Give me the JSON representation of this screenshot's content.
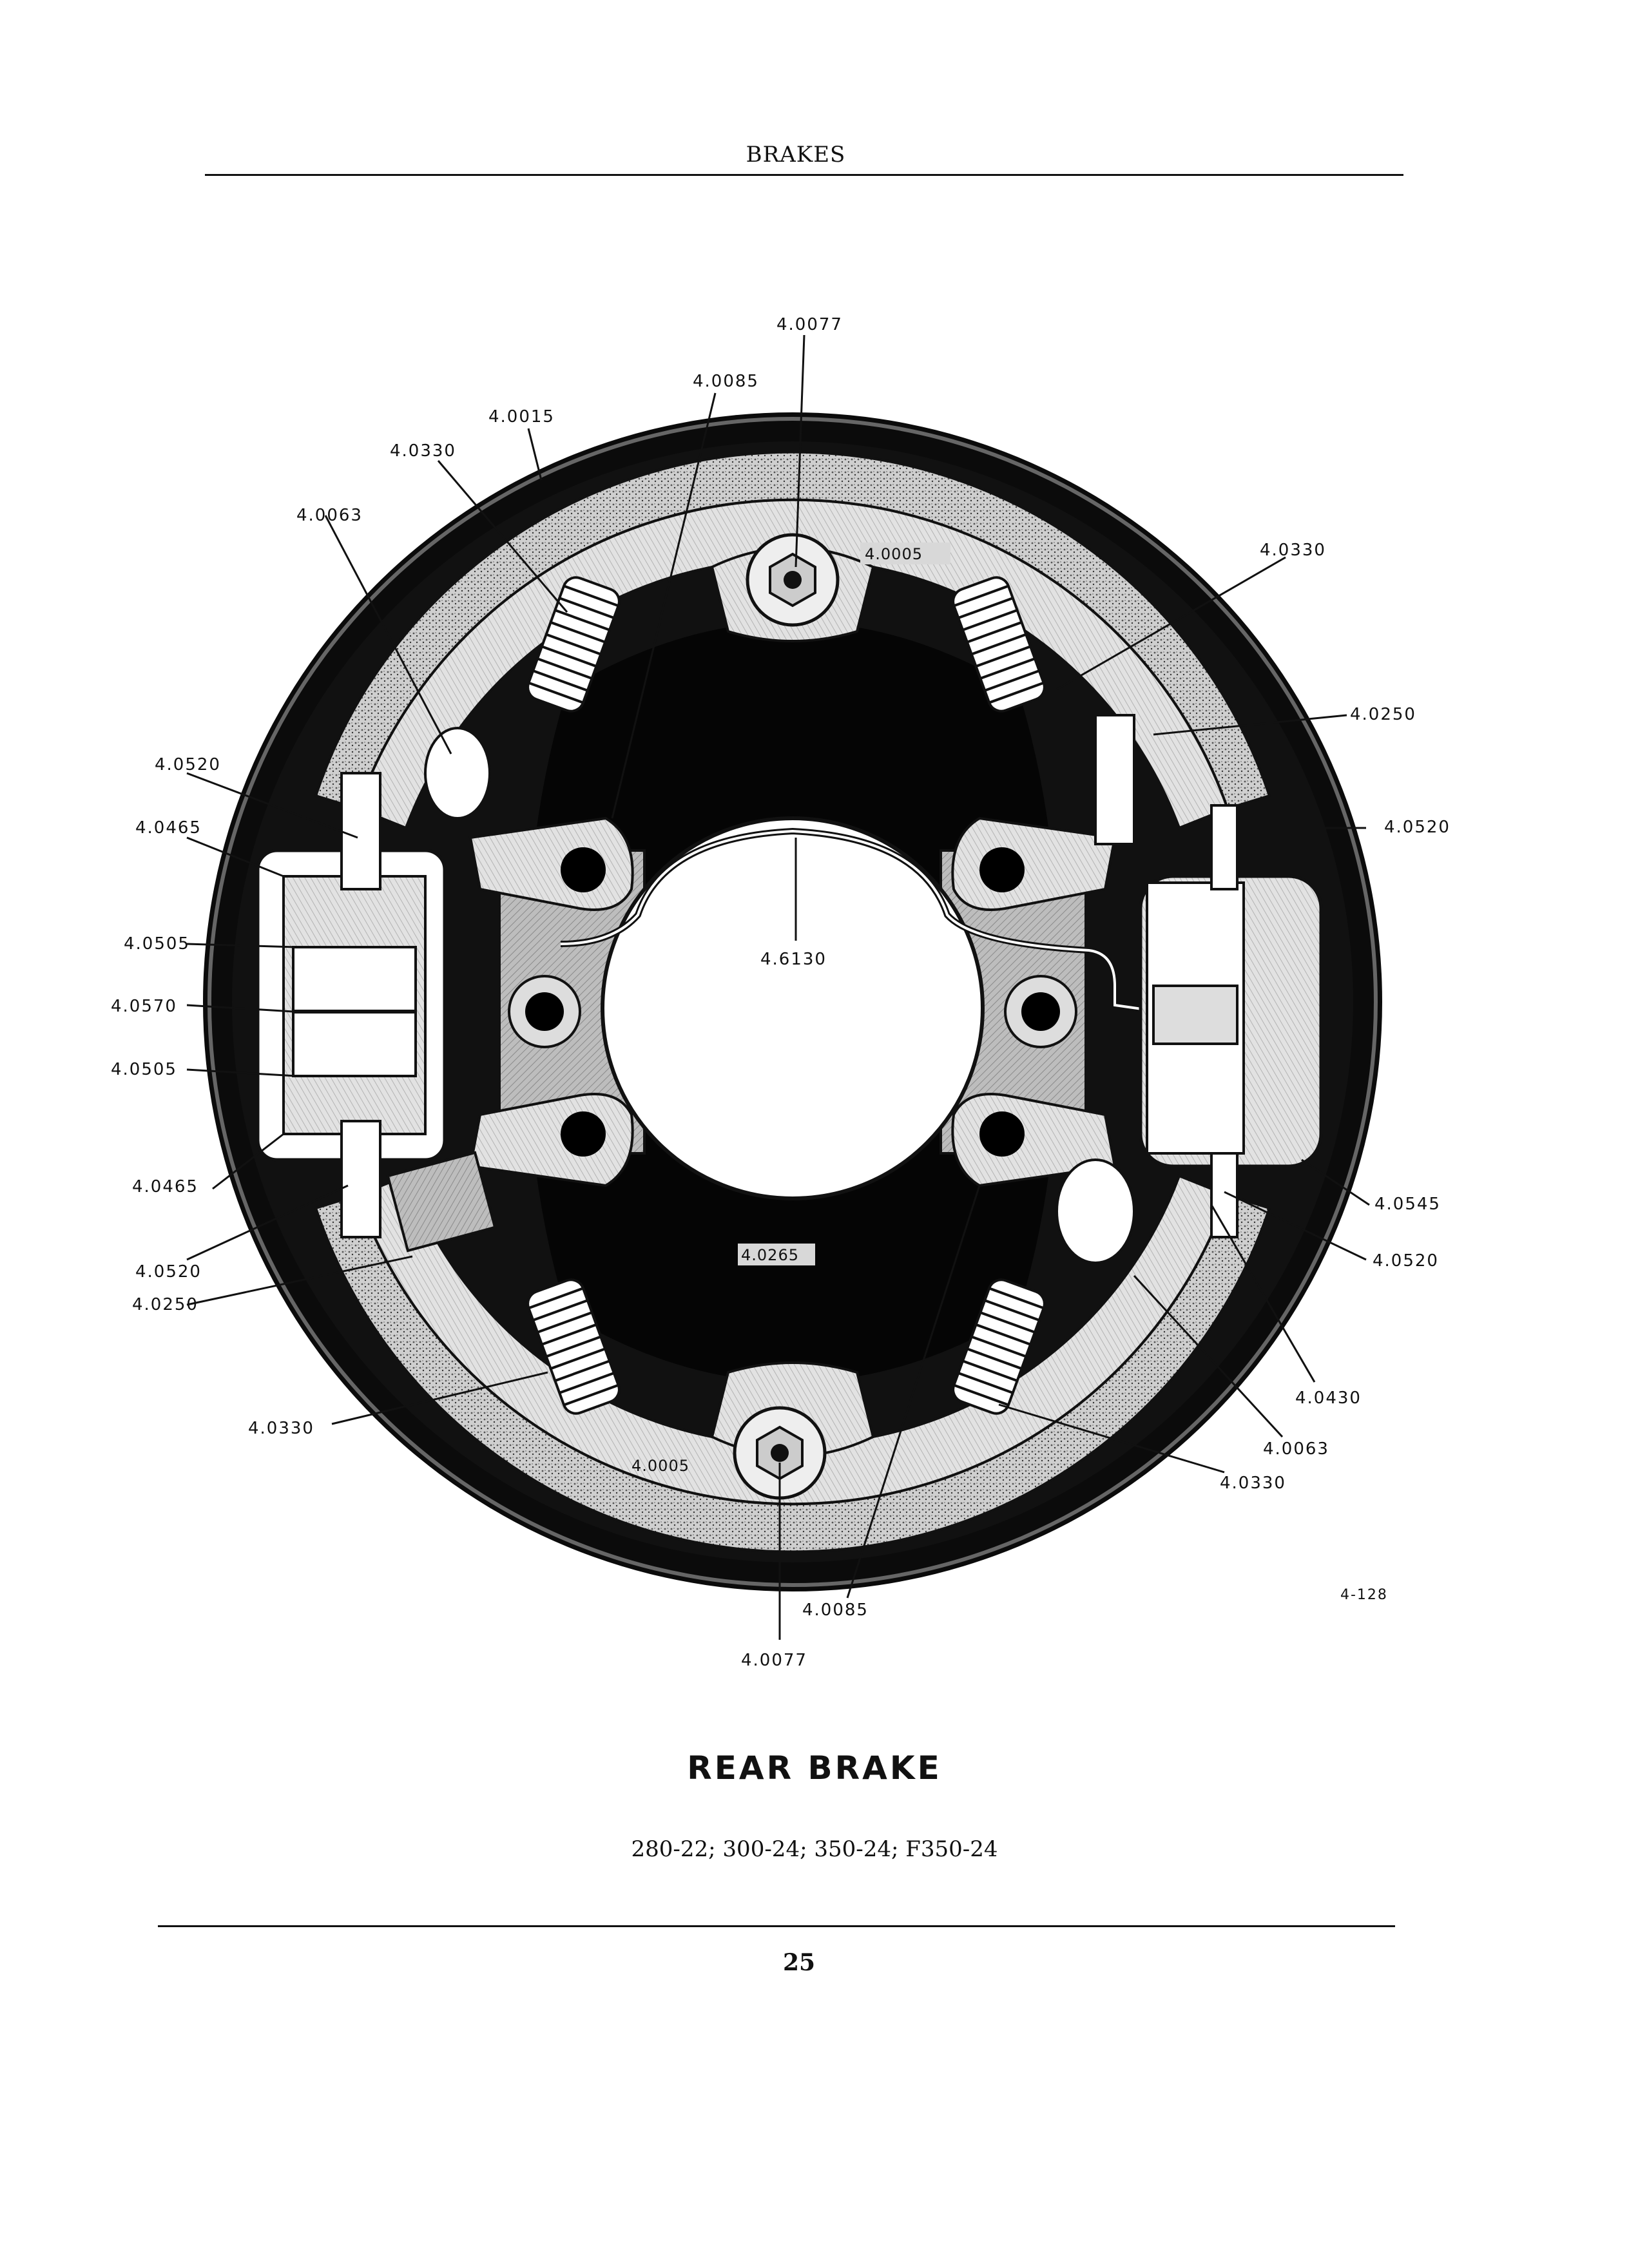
{
  "header": {
    "section_title": "BRAKES"
  },
  "figure": {
    "figure_number": "4-128",
    "labels": {
      "top_bolt": "4.0077",
      "top_pin": "4.0085",
      "lining_top": "4.0015",
      "spring_top_left": "4.0330",
      "adjuster_top_left": "4.0063",
      "top_anchor": "4.0005",
      "spring_top_right": "4.0330",
      "clip_right": "4.0250",
      "push_rod_left_top": "4.0520",
      "push_rod_right_top": "4.0520",
      "boot_left_top": "4.0465",
      "piston_left_top": "4.0505",
      "center_spring": "4.6130",
      "cylinder_spring": "4.0570",
      "piston_left_bottom": "4.0505",
      "boot_left_bottom": "4.0465",
      "push_rod_left_bottom": "4.0520",
      "clip_left": "4.0250",
      "spring_bottom_left": "4.0330",
      "backing_plate": "4.0265",
      "bottom_anchor": "4.0005",
      "wheel_cylinder_right": "4.0545",
      "push_rod_right_bottom": "4.0520",
      "bleeder": "4.0430",
      "adjuster_bottom_right": "4.0063",
      "spring_bottom_right": "4.0330",
      "bottom_pin": "4.0085",
      "bottom_bolt": "4.0077"
    }
  },
  "caption": {
    "title": "REAR BRAKE",
    "models": "280-22; 300-24; 350-24; F350-24"
  },
  "footer": {
    "page_number": "25"
  }
}
